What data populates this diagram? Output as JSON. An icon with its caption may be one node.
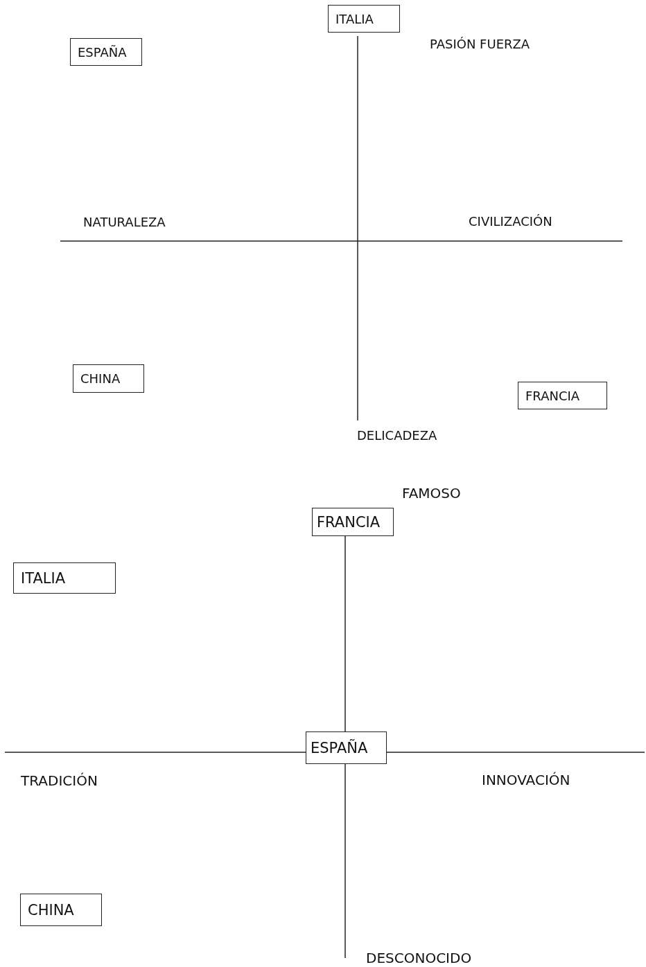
{
  "diagram": {
    "nodes": [
      {
        "text": [
          "ITALIA"
        ]
      },
      {
        "text": [
          "ESPAÑA"
        ]
      },
      {
        "text": [
          "CHINA"
        ]
      },
      {
        "text": [
          "FRANCIA"
        ]
      },
      {
        "text": [
          "FRANCIA"
        ]
      },
      {
        "text": [
          "ITALIA"
        ]
      },
      {
        "text": [
          "ESPAÑA"
        ]
      },
      {
        "text": [
          "CHINA"
        ]
      }
    ],
    "edges": [],
    "labels": [
      "PASIÓN FUERZA",
      "NATURALEZA",
      "CIVILIZACIÓN",
      "DELICADEZA",
      "FAMOSO",
      "TRADICIÓN",
      "INNOVACIÓN",
      "DESCONOCIDO"
    ]
  }
}
